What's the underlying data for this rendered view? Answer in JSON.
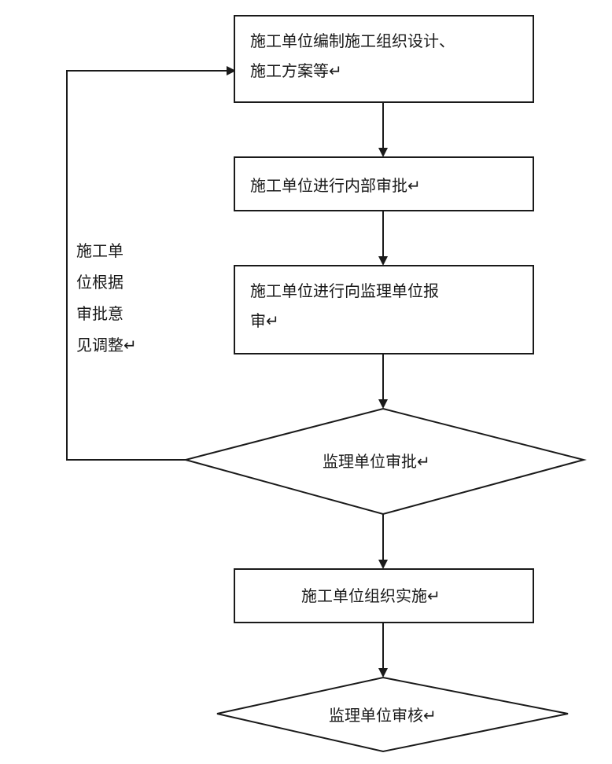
{
  "nodes": [
    {
      "id": "step1",
      "shape": "rect",
      "lines": [
        "施工单位编制施工组织设计、",
        "施工方案等↵"
      ]
    },
    {
      "id": "step2",
      "shape": "rect",
      "lines": [
        "施工单位进行内部审批↵"
      ]
    },
    {
      "id": "step3",
      "shape": "rect",
      "lines": [
        "施工单位进行向监理单位报",
        "审↵"
      ]
    },
    {
      "id": "decision1",
      "shape": "diamond",
      "lines": [
        "监理单位审批↵"
      ]
    },
    {
      "id": "step4",
      "shape": "rect",
      "lines": [
        "施工单位组织实施↵"
      ]
    },
    {
      "id": "decision2",
      "shape": "diamond",
      "lines": [
        "监理单位审核↵"
      ]
    }
  ],
  "feedback": {
    "lines": [
      "施工单",
      "位根据",
      "审批意",
      "见调整↵"
    ]
  },
  "colors": {
    "stroke": "#1a1a1a",
    "fill": "#ffffff",
    "text": "#1a1a1a"
  }
}
